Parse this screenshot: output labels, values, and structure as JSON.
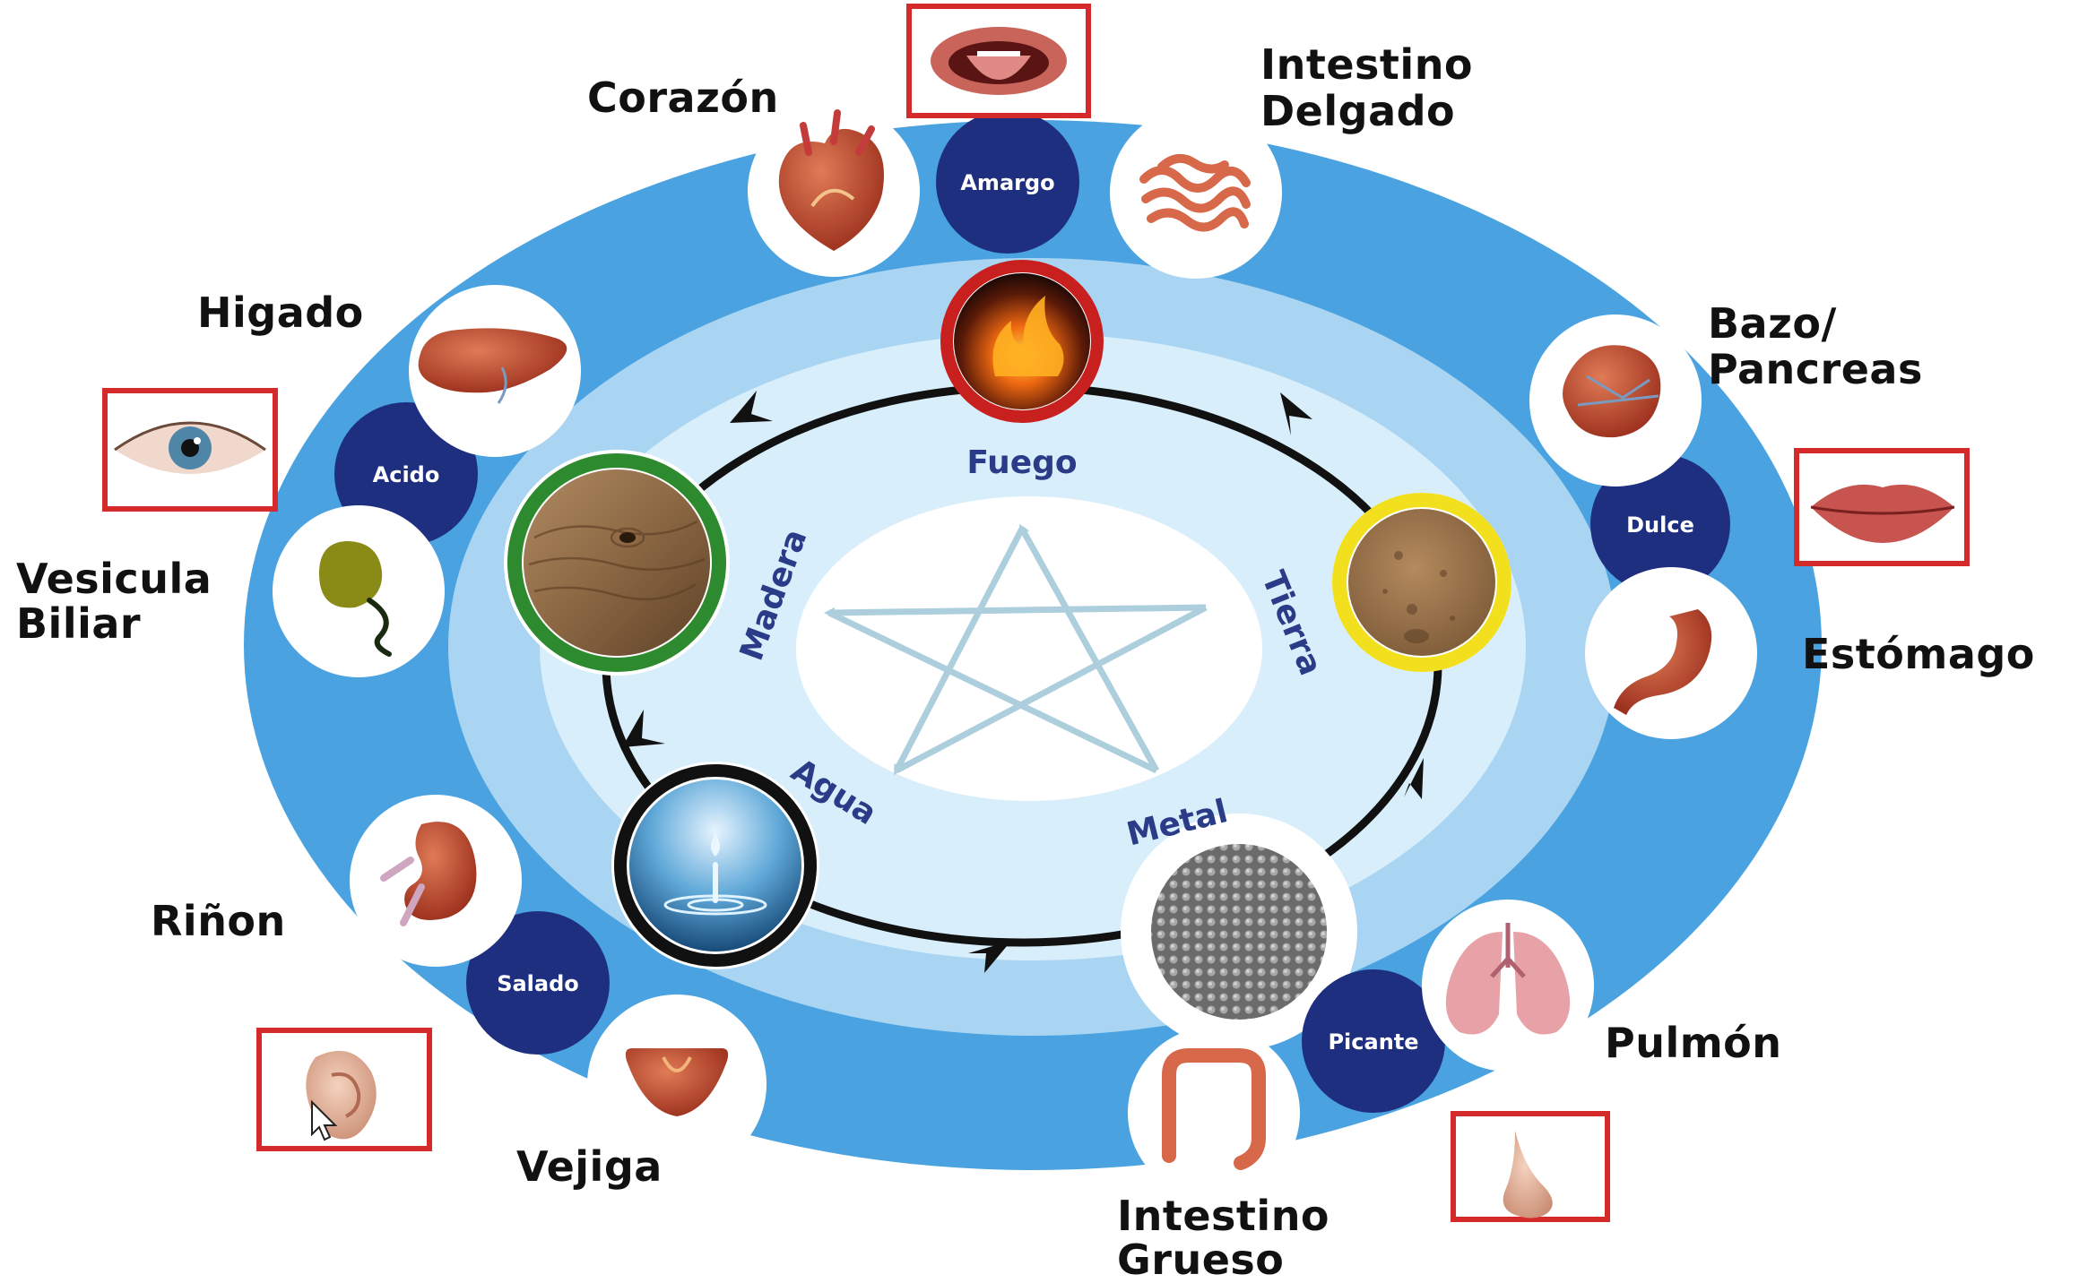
{
  "diagram": {
    "elements": {
      "fire": "Fuego",
      "earth": "Tierra",
      "metal": "Metal",
      "water": "Agua",
      "wood": "Madera"
    },
    "tastes": {
      "fire": "Amargo",
      "earth": "Dulce",
      "metal": "Picante",
      "water": "Salado",
      "wood": "Acido"
    },
    "organs": {
      "heart": "Corazón",
      "small_intestine_1": "Intestino",
      "small_intestine_2": "Delgado",
      "spleen_1": "Bazo/",
      "spleen_2": "Pancreas",
      "stomach": "Estómago",
      "lung": "Pulmón",
      "large_intestine_1": "Intestino",
      "large_intestine_2": "Grueso",
      "kidney": "Riñon",
      "bladder": "Vejiga",
      "liver": "Higado",
      "gallbladder_1": "Vesicula",
      "gallbladder_2": "Biliar"
    },
    "sense_icons": {
      "fire": "tongue-icon",
      "earth": "lips-icon",
      "metal": "nose-icon",
      "water": "ear-icon",
      "wood": "eye-icon"
    },
    "colors": {
      "outer_ring": "#4aa3e0",
      "middle_ring": "#a9d4f2",
      "inner_disc": "#d9eefb",
      "center": "#ffffff",
      "taste_badge": "#1f2f80",
      "element_text": "#2a3b88",
      "fire_ring": "#c8201e",
      "earth_ring": "#f2e01e",
      "metal_ring": "#ffffff",
      "water_ring": "#111111",
      "wood_ring": "#2e8a2e",
      "sense_frame": "#d42a2a"
    }
  }
}
